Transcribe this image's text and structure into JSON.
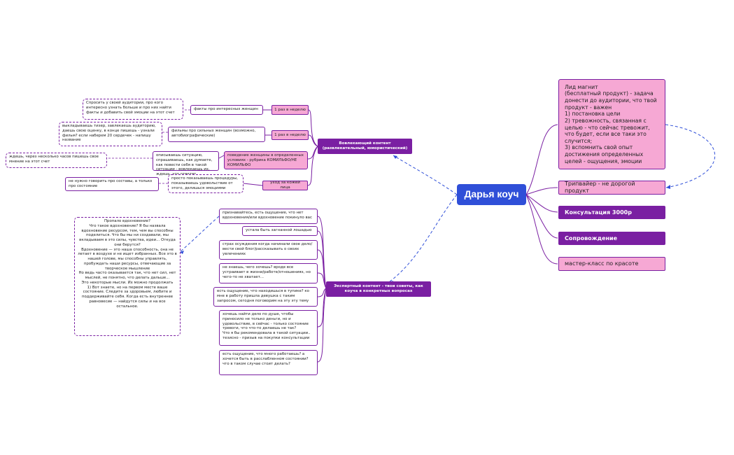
{
  "root": {
    "label": "Дарья коуч"
  },
  "right_branches": [
    {
      "label": "Лид магнит\n(бесплатный продукт) - задача донести до аудитории, что твой продукт - важен\n 1) постановка цели\n2) тревожность, связанная с целью - что сейчас тревожит, что будет, если все таки это случится;\n3) вспомнить свой опыт достижения определенных целей - ощущения, эмоции"
    },
    {
      "label": "Трипвайер - не дорогой продукт"
    },
    {
      "label": "Консультация 3000р"
    },
    {
      "label": "Сопровождение"
    },
    {
      "label": "мастер-класс по красоте"
    }
  ],
  "engaging": {
    "label": "Вовлекающий контент (развлекательный, юмористический)",
    "freq_1": "1 раз в неделю",
    "freq_2": "1 раз в неделю",
    "behavior": "поведение женщины в определенных условиях - рубрика КОМИЛЬФО/НЕ КОМИЛЬФО",
    "skincare": "уход за кожей лица",
    "facts": "факты про интересных женщин",
    "facts_note": "Спросить у своей аудитории, про кого интересно узнать больше и про них найти факты и добавить свой эмоции на этот счет",
    "films": "фильмы про сильных женщин (возможно, автобиографические)",
    "films_note": "выкладываешь тизер, завлекаешь аудиторию, даешь свою оценку, в конце пишешь - узнали фильм? если наберем 20 сердечек - напишу название",
    "situation": "описываешь ситуацию, спрашиваешь, как думаете, как повести себя в такой ситуации - вовлекаешь их, ждешь, что ответят",
    "situation_note": "ждешь, через несколько часов пишешь свое мнение на этот счет",
    "procedures": "просто показываешь процедуры, показываешь удовольствие от этого, делишься эмоциями",
    "procedures_note": "не нужно говорить про составы, а только про состояние"
  },
  "expert": {
    "label": "Экспертный контент - твои советы, как коуча в конкретных вопросах",
    "items": [
      "признавайтесь, есть ощущение, что нет вдохновения/или вдохновение покинуло вас",
      "устала быть загнанной лошадью",
      "страх осуждения когда начинали свое дело/ вести свой блог/рассказывать о своих увлечениях",
      "не знаешь, чего хочешь? вроде все устраивает в жизни/работе/отношениях, но чего-то не хватает...",
      "есть ощущение, что находишься в тупике? ко мне в работу пришла девушка с таким запросом, сегодня поговорим на эту эту тему",
      "хочешь найти дело по душе, чтобы приносило не только деньги, но и удовольствие, в сейчас - только состояние тревоги, что что-то делаешь не так?\nЧто я бы рекомендовала в такой ситуации.. тезисно - призыв на покупки консультации",
      "есть ощущение, что много работаешь? а хочется быть в расслабленном состоянии? что в таком случае стоит делать?"
    ],
    "note": "Пропало вдохновение?\nЧто такое вдохновение? Я бы назвала вдохновение ресурсом, тем, чем вы способны поделиться. Что бы мы ни создавали, мы вкладываем в это силы, чувства, идеи... Откуда они берутся?\nВдохновение — это наша способность, она не летает в воздухе и не ищет избранных. Все это в нашей голове, мы способны управлять, пробуждать наши ресурсы, отвечающие за творческое мышление\nНо ведь часто оказывается так, что нет сил, нет мыслей, не понятно, что делать дальше...\nЭто некоторые мысли. Их можно продолжать\n1) Вот знаете, но на первом месте ваше состояние. Следите за здоровьем, любите и поддерживайте себя. Когда есть внутреннее равновесие — найдутся силы и на все остальное."
  },
  "colors": {
    "purple": "#7a1fa2",
    "pink": "#f6a8d4",
    "root_blue": "#2f4fd8",
    "dashed_link": "#2f4fd8"
  }
}
